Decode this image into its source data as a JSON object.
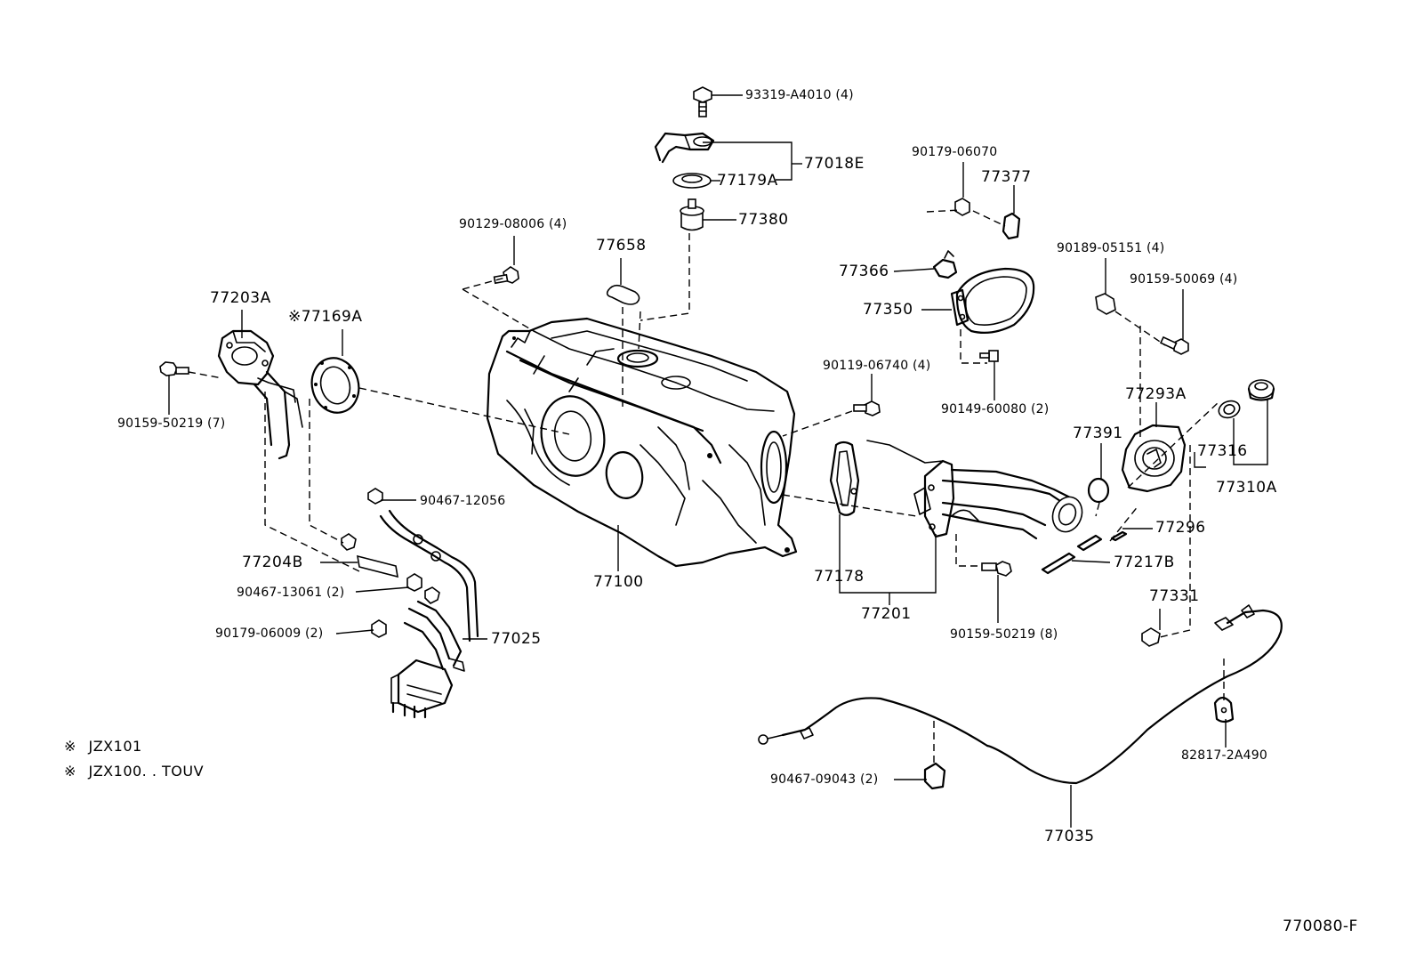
{
  "diagram_id": "770080-F",
  "notes": [
    {
      "mark": "※",
      "text": "JZX101"
    },
    {
      "mark": "※",
      "text": "JZX100. . TOUV"
    }
  ],
  "labels": {
    "p93319": "93319-A4010 (4)",
    "p77018E": "77018E",
    "p77179A": "77179A",
    "p77380": "77380",
    "p90129": "90129-08006 (4)",
    "p77658": "77658",
    "p77203A": "77203A",
    "p77169A": "※77169A",
    "p90159a": "90159-50219 (7)",
    "p90179a": "90179-06070",
    "p77377": "77377",
    "p77366": "77366",
    "p77350": "77350",
    "p90189": "90189-05151 (4)",
    "p90159b": "90159-50069 (4)",
    "p90119": "90119-06740 (4)",
    "p90149": "90149-60080 (2)",
    "p77293A": "77293A",
    "p77391": "77391",
    "p77316": "77316",
    "p77310A": "77310A",
    "p90467a": "90467-12056",
    "p77204B": "77204B",
    "p90467b": "90467-13061 (2)",
    "p90179b": "90179-06009 (2)",
    "p77025": "77025",
    "p77100": "77100",
    "p77178": "77178",
    "p77201": "77201",
    "p90159c": "90159-50219 (8)",
    "p77296": "77296",
    "p77217B": "77217B",
    "p77331": "77331",
    "p82817": "82817-2A490",
    "p90467c": "90467-09043 (2)",
    "p77035": "77035"
  }
}
